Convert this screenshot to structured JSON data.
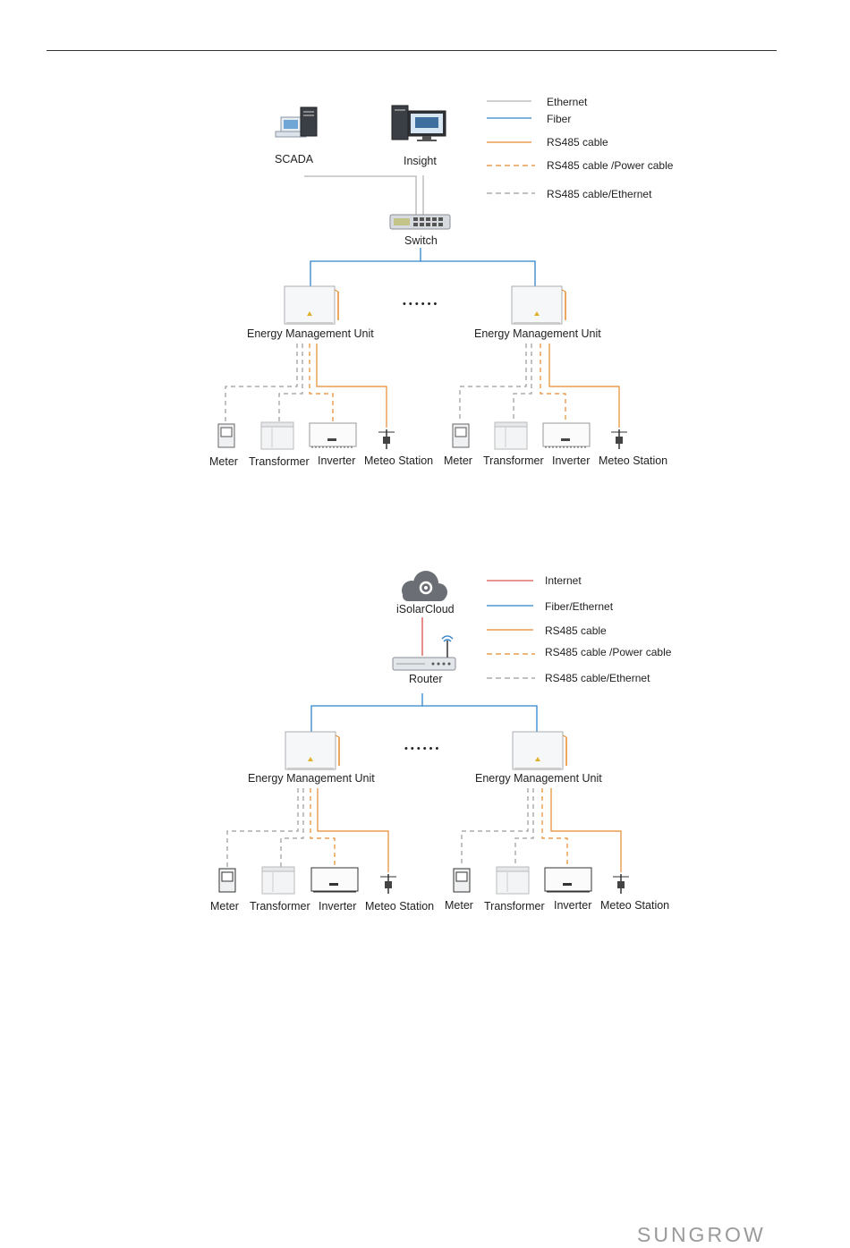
{
  "brand": "SUNGROW",
  "colors": {
    "ethernet": "#b5b5b5",
    "fiber": "#2f83c9",
    "rs485": "#e38b2f",
    "internet": "#d9534f",
    "dashed_gray": "#9a9a9a"
  },
  "diagram1": {
    "top_nodes": {
      "scada": "SCADA",
      "insight": "Insight"
    },
    "switch": "Switch",
    "emu_label": "Energy Management Unit",
    "ellipsis": "• • • • • •",
    "legend": [
      {
        "label": "Ethernet",
        "style": "solid",
        "color": "ethernet"
      },
      {
        "label": "Fiber",
        "style": "solid",
        "color": "fiber"
      },
      {
        "label": "RS485 cable",
        "style": "solid",
        "color": "rs485"
      },
      {
        "label": "RS485 cable /Power cable",
        "style": "dashed",
        "color": "rs485"
      },
      {
        "label": "RS485 cable/Ethernet",
        "style": "dashed",
        "color": "dashed_gray"
      }
    ],
    "devices": [
      "Meter",
      "Transformer",
      "Inverter",
      "Meteo Station"
    ]
  },
  "diagram2": {
    "cloud": "iSolarCloud",
    "router": "Router",
    "emu_label": "Energy Management Unit",
    "ellipsis": "• • • • • •",
    "legend": [
      {
        "label": "Internet",
        "style": "solid",
        "color": "internet"
      },
      {
        "label": "Fiber/Ethernet",
        "style": "solid",
        "color": "fiber"
      },
      {
        "label": "RS485 cable",
        "style": "solid",
        "color": "rs485"
      },
      {
        "label": "RS485 cable /Power cable",
        "style": "dashed",
        "color": "rs485"
      },
      {
        "label": "RS485 cable/Ethernet",
        "style": "dashed",
        "color": "dashed_gray"
      }
    ],
    "devices": [
      "Meter",
      "Transformer",
      "Inverter",
      "Meteo Station"
    ]
  }
}
